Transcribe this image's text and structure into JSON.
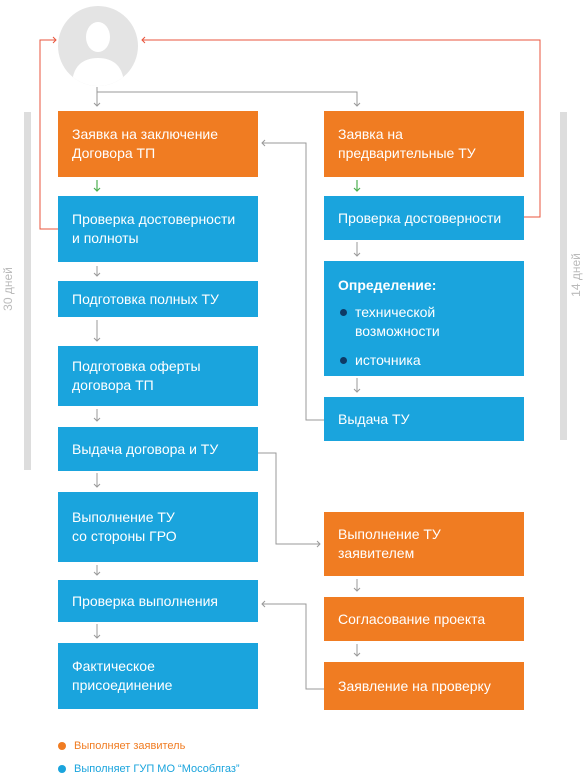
{
  "applicant_avatar": "person-silhouette-icon",
  "boxes": {
    "app_contract": "Заявка на заключение\nДоговора ТП",
    "check_completeness": "Проверка достоверности\nи полноты",
    "full_tu": "Подготовка полных ТУ",
    "offer": "Подготовка оферты\nдоговора ТП",
    "issue_contract": "Выдача договора и ТУ",
    "gro_execution": "Выполнение ТУ\nсо стороны ГРО",
    "check_execution": "Проверка выполнения",
    "connection": "Фактическое\nприсоединение",
    "app_prelim": "Заявка на\nпредварительные ТУ",
    "check_reliability": "Проверка достоверности",
    "definition_title": "Определение:",
    "definition_items": [
      "технической\nвозможности",
      "источника"
    ],
    "issue_tu": "Выдача ТУ",
    "applicant_execution": "Выполнение ТУ\nзаявителем",
    "project_approval": "Согласование проекта",
    "check_request": "Заявление на проверку"
  },
  "durations": {
    "left": "30 дней",
    "right": "14 дней"
  },
  "legend": [
    {
      "label": "Выполняет заявитель",
      "color": "#f07c22"
    },
    {
      "label": "Выполняет ГУП МО “Мособлгаз”",
      "color": "#1aa4dd"
    }
  ],
  "colors": {
    "applicant": "#f07c22",
    "mosoblgaz": "#1aa4dd",
    "return_line": "#e8553c",
    "flow_arrow": "#999999",
    "positive_arrow": "#4caf50"
  }
}
